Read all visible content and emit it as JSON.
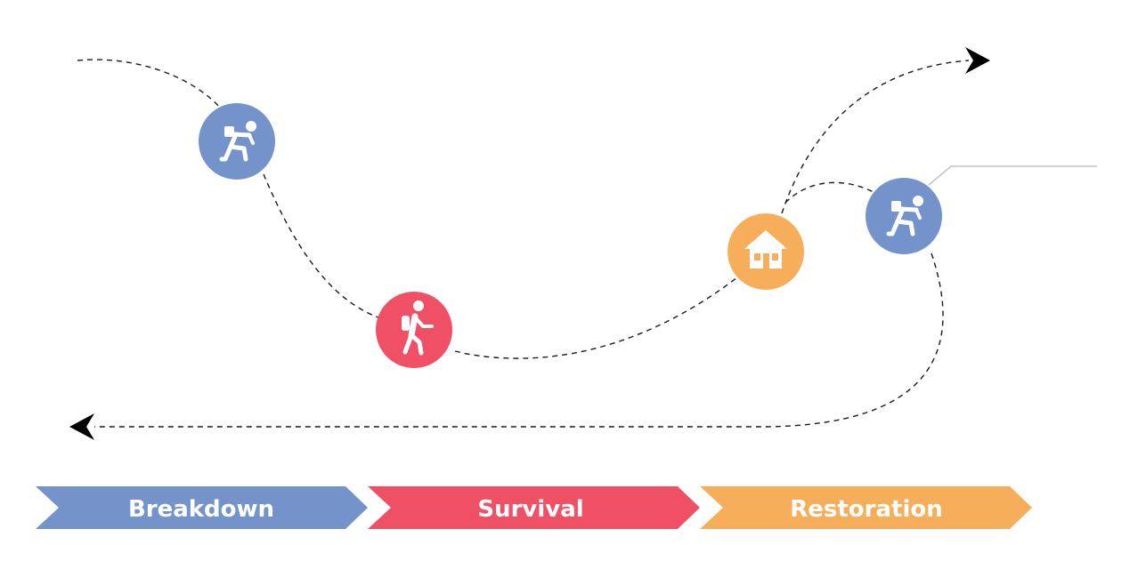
{
  "colors": {
    "blue": "#7393ca",
    "red": "#ef5065",
    "orange": "#f7ae5b",
    "path": "#1a1a1a",
    "callout": "#b8b8b8",
    "icon": "#ffffff"
  },
  "nodes": [
    {
      "icon": "crouching-person-icon",
      "color": "blue"
    },
    {
      "icon": "hiker-icon",
      "color": "red"
    },
    {
      "icon": "house-icon",
      "color": "orange"
    },
    {
      "icon": "crouching-person-icon",
      "color": "blue"
    }
  ],
  "stages": [
    {
      "label": "Breakdown",
      "color": "blue"
    },
    {
      "label": "Survival",
      "color": "red"
    },
    {
      "label": "Restoration",
      "color": "orange"
    }
  ]
}
